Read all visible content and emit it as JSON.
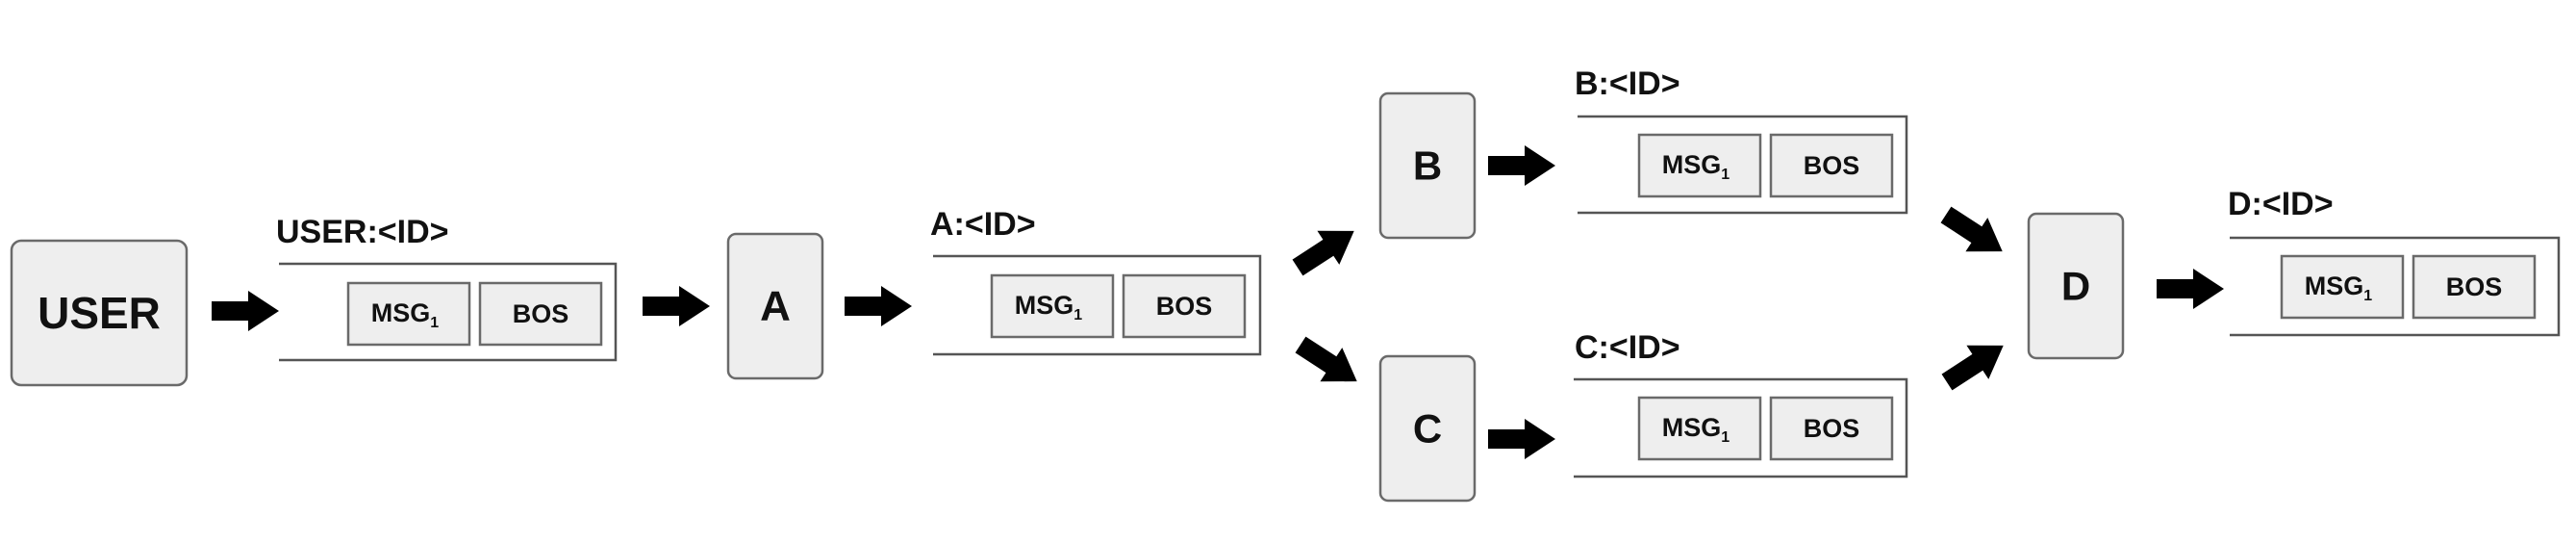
{
  "nodes": {
    "user": {
      "label": "USER"
    },
    "a": {
      "label": "A"
    },
    "b": {
      "label": "B"
    },
    "c": {
      "label": "C"
    },
    "d": {
      "label": "D"
    }
  },
  "queues": {
    "user": {
      "title": "USER:<ID>",
      "msg": "MSG",
      "msg_sub": "1",
      "bos": "BOS"
    },
    "a": {
      "title": "A:<ID>",
      "msg": "MSG",
      "msg_sub": "1",
      "bos": "BOS"
    },
    "b": {
      "title": "B:<ID>",
      "msg": "MSG",
      "msg_sub": "1",
      "bos": "BOS"
    },
    "c": {
      "title": "C:<ID>",
      "msg": "MSG",
      "msg_sub": "1",
      "bos": "BOS"
    },
    "d": {
      "title": "D:<ID>",
      "msg": "MSG",
      "msg_sub": "1",
      "bos": "BOS"
    }
  },
  "colors": {
    "node_fill": "#eeeeee",
    "node_stroke": "#6a6a6a",
    "arrow": "#595959",
    "text": "#111111"
  }
}
